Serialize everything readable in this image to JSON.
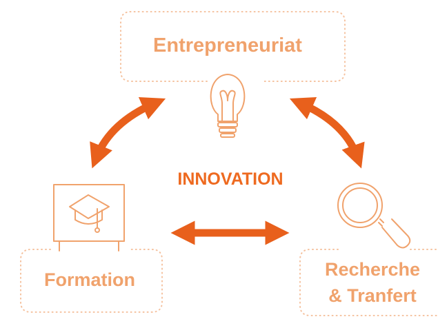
{
  "diagram": {
    "center_label": "INNOVATION",
    "nodes": {
      "entrepreneuriat": {
        "label": "Entrepreneuriat",
        "icon": "lightbulb-icon"
      },
      "formation": {
        "label": "Formation",
        "icon": "graduation-board-icon"
      },
      "recherche": {
        "label_line1": "Recherche",
        "label_line2": "& Tranfert",
        "icon": "magnifier-icon"
      }
    },
    "colors": {
      "label": "#f0a26c",
      "icon_stroke": "#f0a26c",
      "dotted_border": "#f5c29f",
      "arrow": "#e8601c",
      "center_label": "#ee6a20"
    }
  }
}
